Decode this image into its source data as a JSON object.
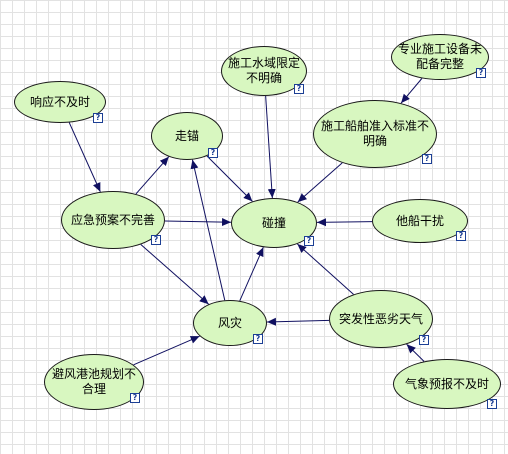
{
  "colors": {
    "node_fill": "#d8f7c0",
    "edge": "#101060"
  },
  "nodes": [
    {
      "id": "n1",
      "label": "响应不及时"
    },
    {
      "id": "n2",
      "label": "走锚"
    },
    {
      "id": "n3",
      "label": "施工水域限定不明确"
    },
    {
      "id": "n4",
      "label": "专业施工设备未配备完整"
    },
    {
      "id": "n5",
      "label": "施工船舶准入标准不明确"
    },
    {
      "id": "n6",
      "label": "应急预案不完善"
    },
    {
      "id": "n7",
      "label": "碰撞"
    },
    {
      "id": "n8",
      "label": "他船干扰"
    },
    {
      "id": "n9",
      "label": "风灾"
    },
    {
      "id": "n10",
      "label": "突发性恶劣天气"
    },
    {
      "id": "n11",
      "label": "避风港池规划不合理"
    },
    {
      "id": "n12",
      "label": "气象预报不及时"
    }
  ],
  "edges": [
    {
      "from": "n1",
      "to": "n6"
    },
    {
      "from": "n6",
      "to": "n2"
    },
    {
      "from": "n6",
      "to": "n7"
    },
    {
      "from": "n6",
      "to": "n9"
    },
    {
      "from": "n2",
      "to": "n7"
    },
    {
      "from": "n3",
      "to": "n7"
    },
    {
      "from": "n4",
      "to": "n5"
    },
    {
      "from": "n5",
      "to": "n7"
    },
    {
      "from": "n8",
      "to": "n7"
    },
    {
      "from": "n9",
      "to": "n2"
    },
    {
      "from": "n9",
      "to": "n7"
    },
    {
      "from": "n10",
      "to": "n9"
    },
    {
      "from": "n10",
      "to": "n7"
    },
    {
      "from": "n11",
      "to": "n9"
    },
    {
      "from": "n12",
      "to": "n10"
    }
  ]
}
